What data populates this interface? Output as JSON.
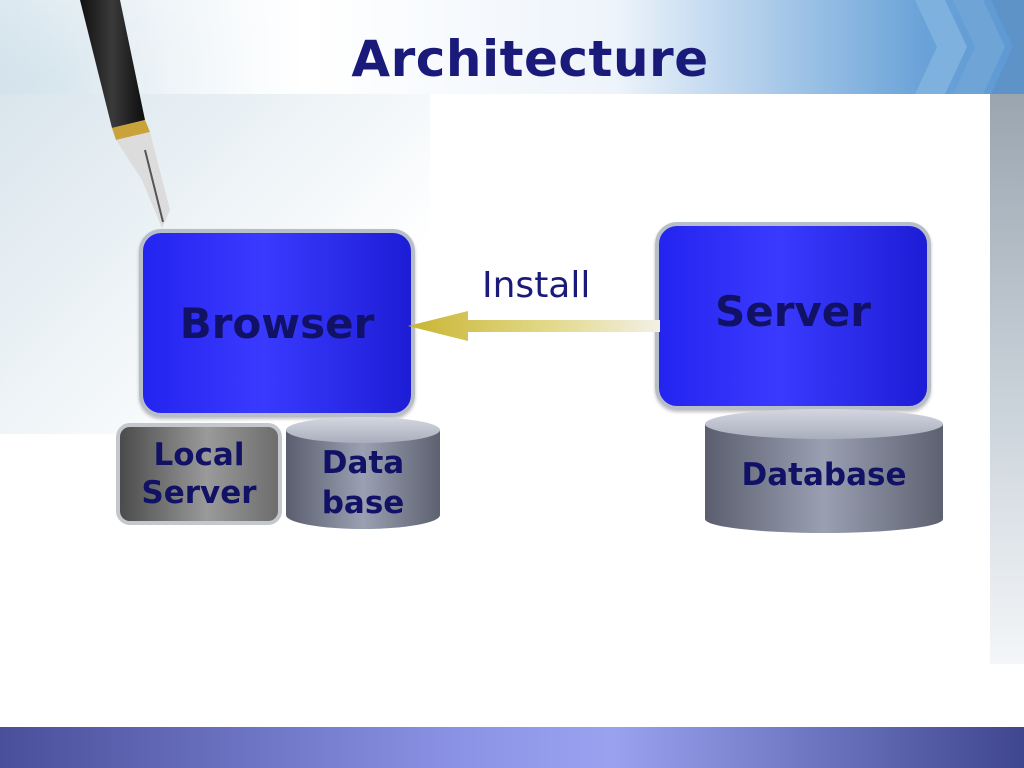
{
  "slide": {
    "title": "Architecture"
  },
  "diagram": {
    "browser_label": "Browser",
    "server_label": "Server",
    "local_server_line1": "Local",
    "local_server_line2": "Server",
    "local_database_line1": "Data",
    "local_database_line2": "base",
    "server_database_label": "Database",
    "arrow_label": "Install"
  },
  "colors": {
    "box_blue": "#2a2af5",
    "title_navy": "#1a1a7a",
    "arrow_gold": "#c8b533"
  }
}
